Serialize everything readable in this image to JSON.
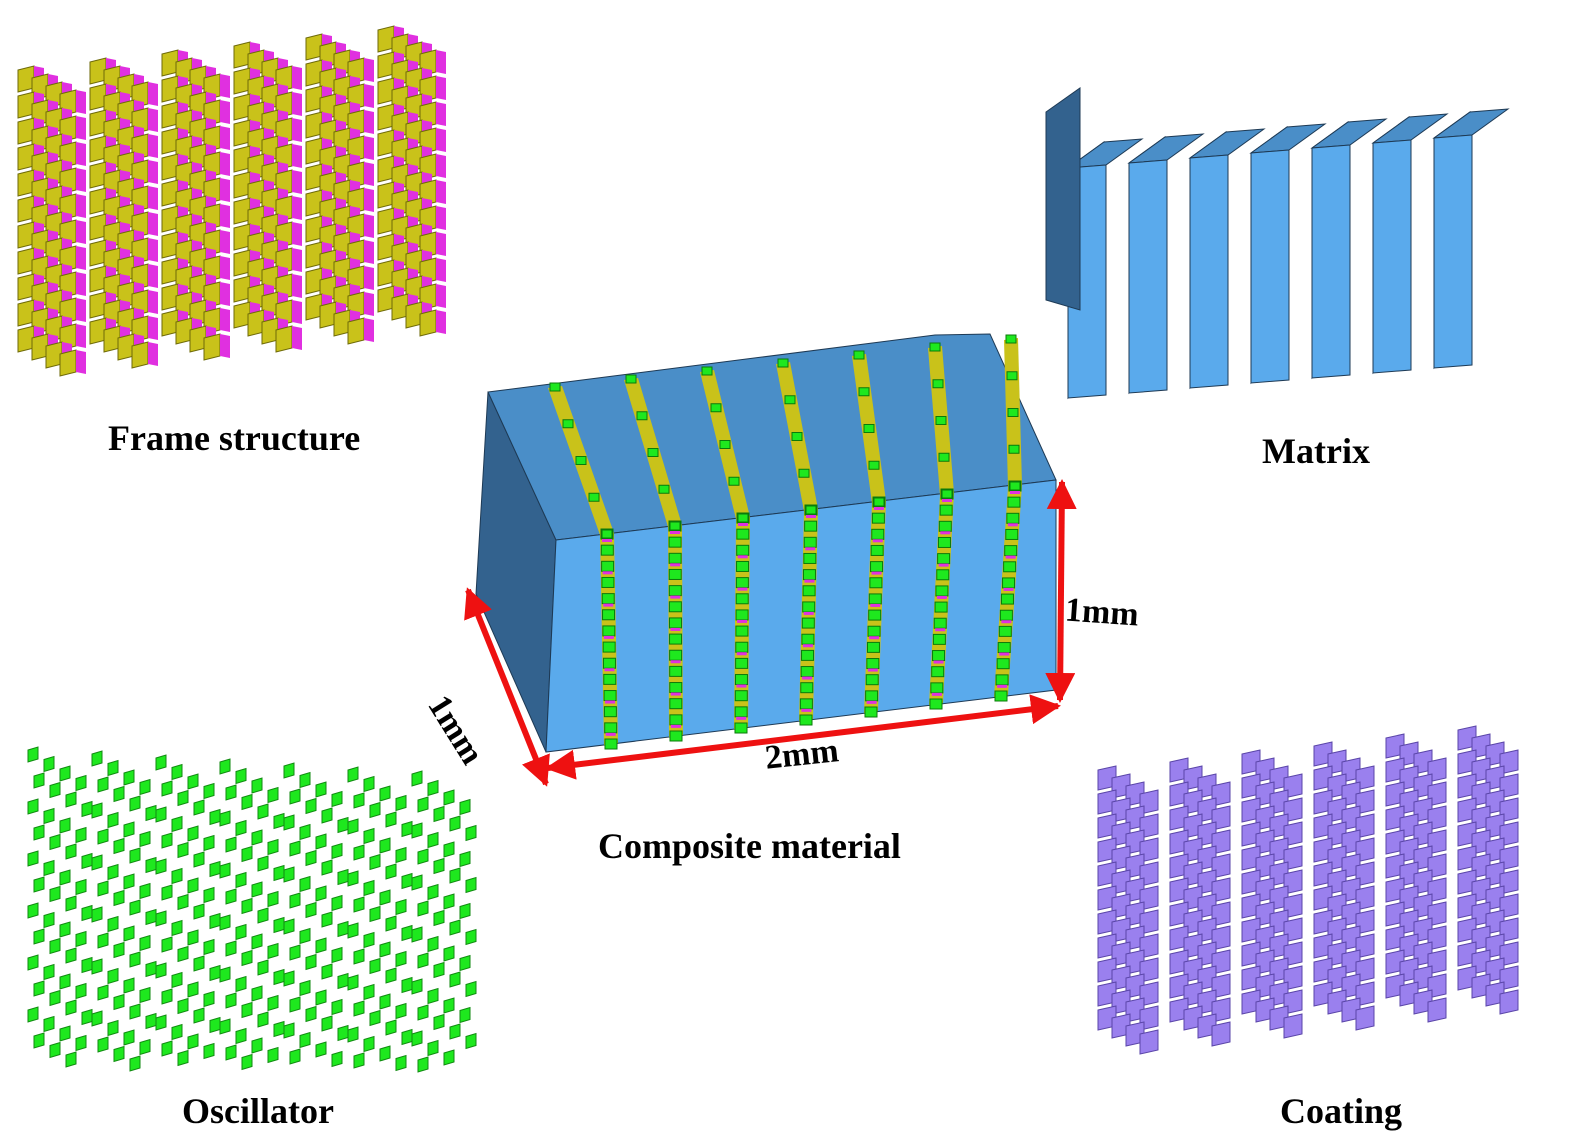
{
  "labels": {
    "frame_structure": "Frame structure",
    "matrix": "Matrix",
    "composite_material": "Composite material",
    "oscillator": "Oscillator",
    "coating": "Coating"
  },
  "dimensions": {
    "height": "1mm",
    "width": "2mm",
    "depth": "1mm"
  },
  "colors": {
    "matrix_front": "#5aaaec",
    "matrix_top": "#4a8ec8",
    "matrix_side": "#33628e",
    "frame_yellow": "#c9c21a",
    "frame_magenta": "#e030e0",
    "oscillator_green": "#1ee81e",
    "coating_purple": "#9a80ee",
    "arrow_red": "#ee1111"
  }
}
